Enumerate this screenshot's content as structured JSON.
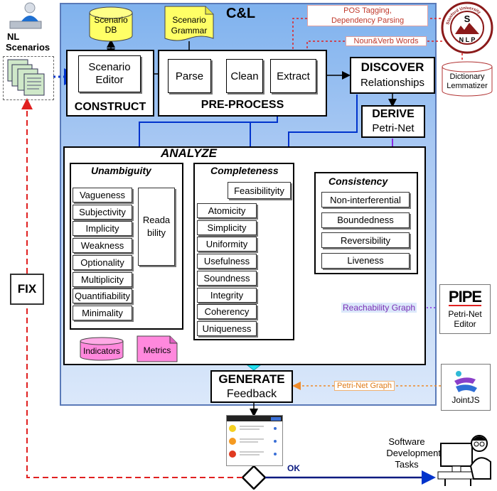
{
  "nl_scenarios": {
    "line1": "NL",
    "line2": "Scenarios"
  },
  "fix_label": "FIX",
  "title": "C&L",
  "scenario_db": {
    "line1": "Scenario",
    "line2": "DB"
  },
  "scenario_grammar": {
    "line1": "Scenario",
    "line2": "Grammar"
  },
  "pos_tagging": {
    "line1": "POS Tagging,",
    "line2": "Dependency Parsing"
  },
  "noun_verb": "Noun&Verb Words",
  "stanford_nlp": {
    "ring": "Stanford University · Natural Language Processing",
    "s": "S",
    "nlp": "N L P"
  },
  "dictionary": {
    "line1": "Dictionary",
    "line2": "Lemmatizer"
  },
  "construct": {
    "title": "CONSTRUCT",
    "editor_line1": "Scenario",
    "editor_line2": "Editor"
  },
  "preprocess": {
    "title": "PRE-PROCESS",
    "parse": "Parse",
    "clean": "Clean",
    "extract": "Extract"
  },
  "discover": {
    "line1": "DISCOVER",
    "line2": "Relationships"
  },
  "derive": {
    "line1": "DERIVE",
    "line2": "Petri-Net"
  },
  "analyze": {
    "title": "ANALYZE",
    "unambiguity": {
      "title": "Unambiguity",
      "items": [
        "Vagueness",
        "Subjectivity",
        "Implicity",
        "Weakness",
        "Optionality",
        "Multiplicity",
        "Quantifiability",
        "Minimality"
      ],
      "readability_line1": "Reada",
      "readability_line2": "bility",
      "indicators": "Indicators",
      "metrics": "Metrics"
    },
    "completeness": {
      "title": "Completeness",
      "feasibility": "Feasibilityity",
      "items": [
        "Atomicity",
        "Simplicity",
        "Uniformity",
        "Usefulness",
        "Soundness",
        "Integrity",
        "Coherency",
        "Uniqueness"
      ]
    },
    "consistency": {
      "title": "Consistency",
      "items": [
        "Non-interferential",
        "Boundedness",
        "Reversibility",
        "Liveness"
      ]
    }
  },
  "reachability_graph": "Reachability Graph",
  "pipe": {
    "logo": "PIPE",
    "line1": "Petri-Net",
    "line2": "Editor"
  },
  "generate": {
    "line1": "GENERATE",
    "line2": "Feedback"
  },
  "petri_net_graph": "Petri-Net Graph",
  "jointjs": "JointJS",
  "ok_label": "OK",
  "software_dev": {
    "line1": "Software",
    "line2": "Development",
    "line3": "Tasks"
  }
}
